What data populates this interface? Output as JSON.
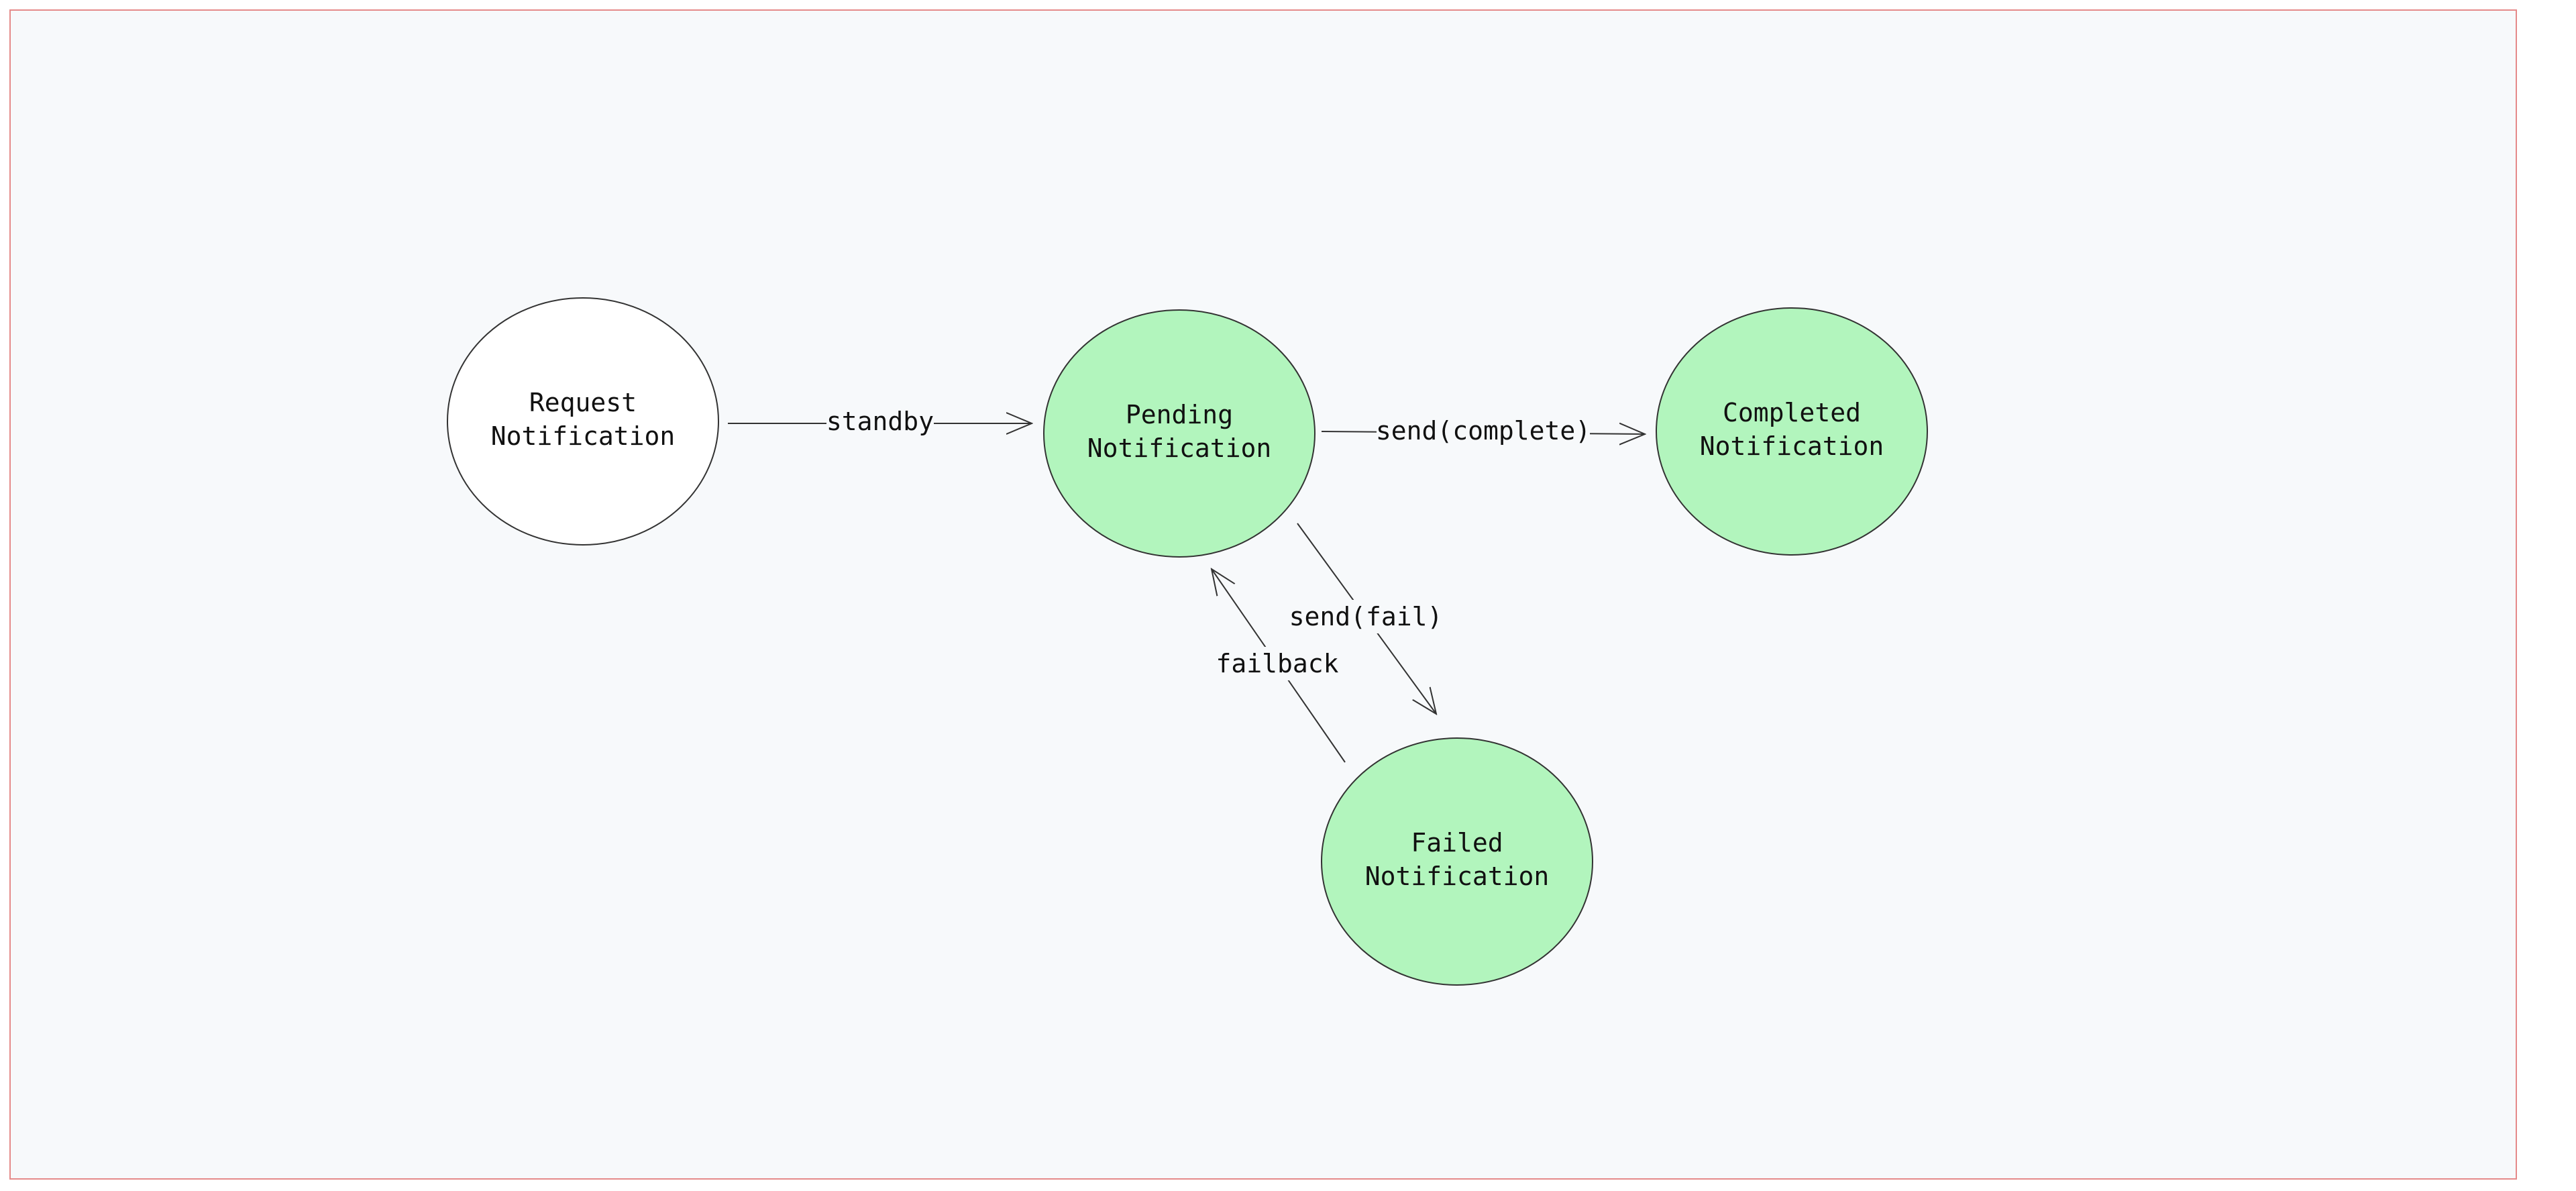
{
  "diagram": {
    "colors": {
      "canvas_background": "#f7f9fb",
      "frame_border": "#e58a8a",
      "state_fill_active": "#b2f5bd",
      "state_fill_initial": "#ffffff",
      "stroke": "#333333"
    },
    "states": {
      "request": {
        "line1": "Request",
        "line2": "Notification"
      },
      "pending": {
        "line1": "Pending",
        "line2": "Notification"
      },
      "completed": {
        "line1": "Completed",
        "line2": "Notification"
      },
      "failed": {
        "line1": "Failed",
        "line2": "Notification"
      }
    },
    "transitions": {
      "standby": "standby",
      "send_complete": "send(complete)",
      "send_fail": "send(fail)",
      "failback": "failback"
    }
  }
}
